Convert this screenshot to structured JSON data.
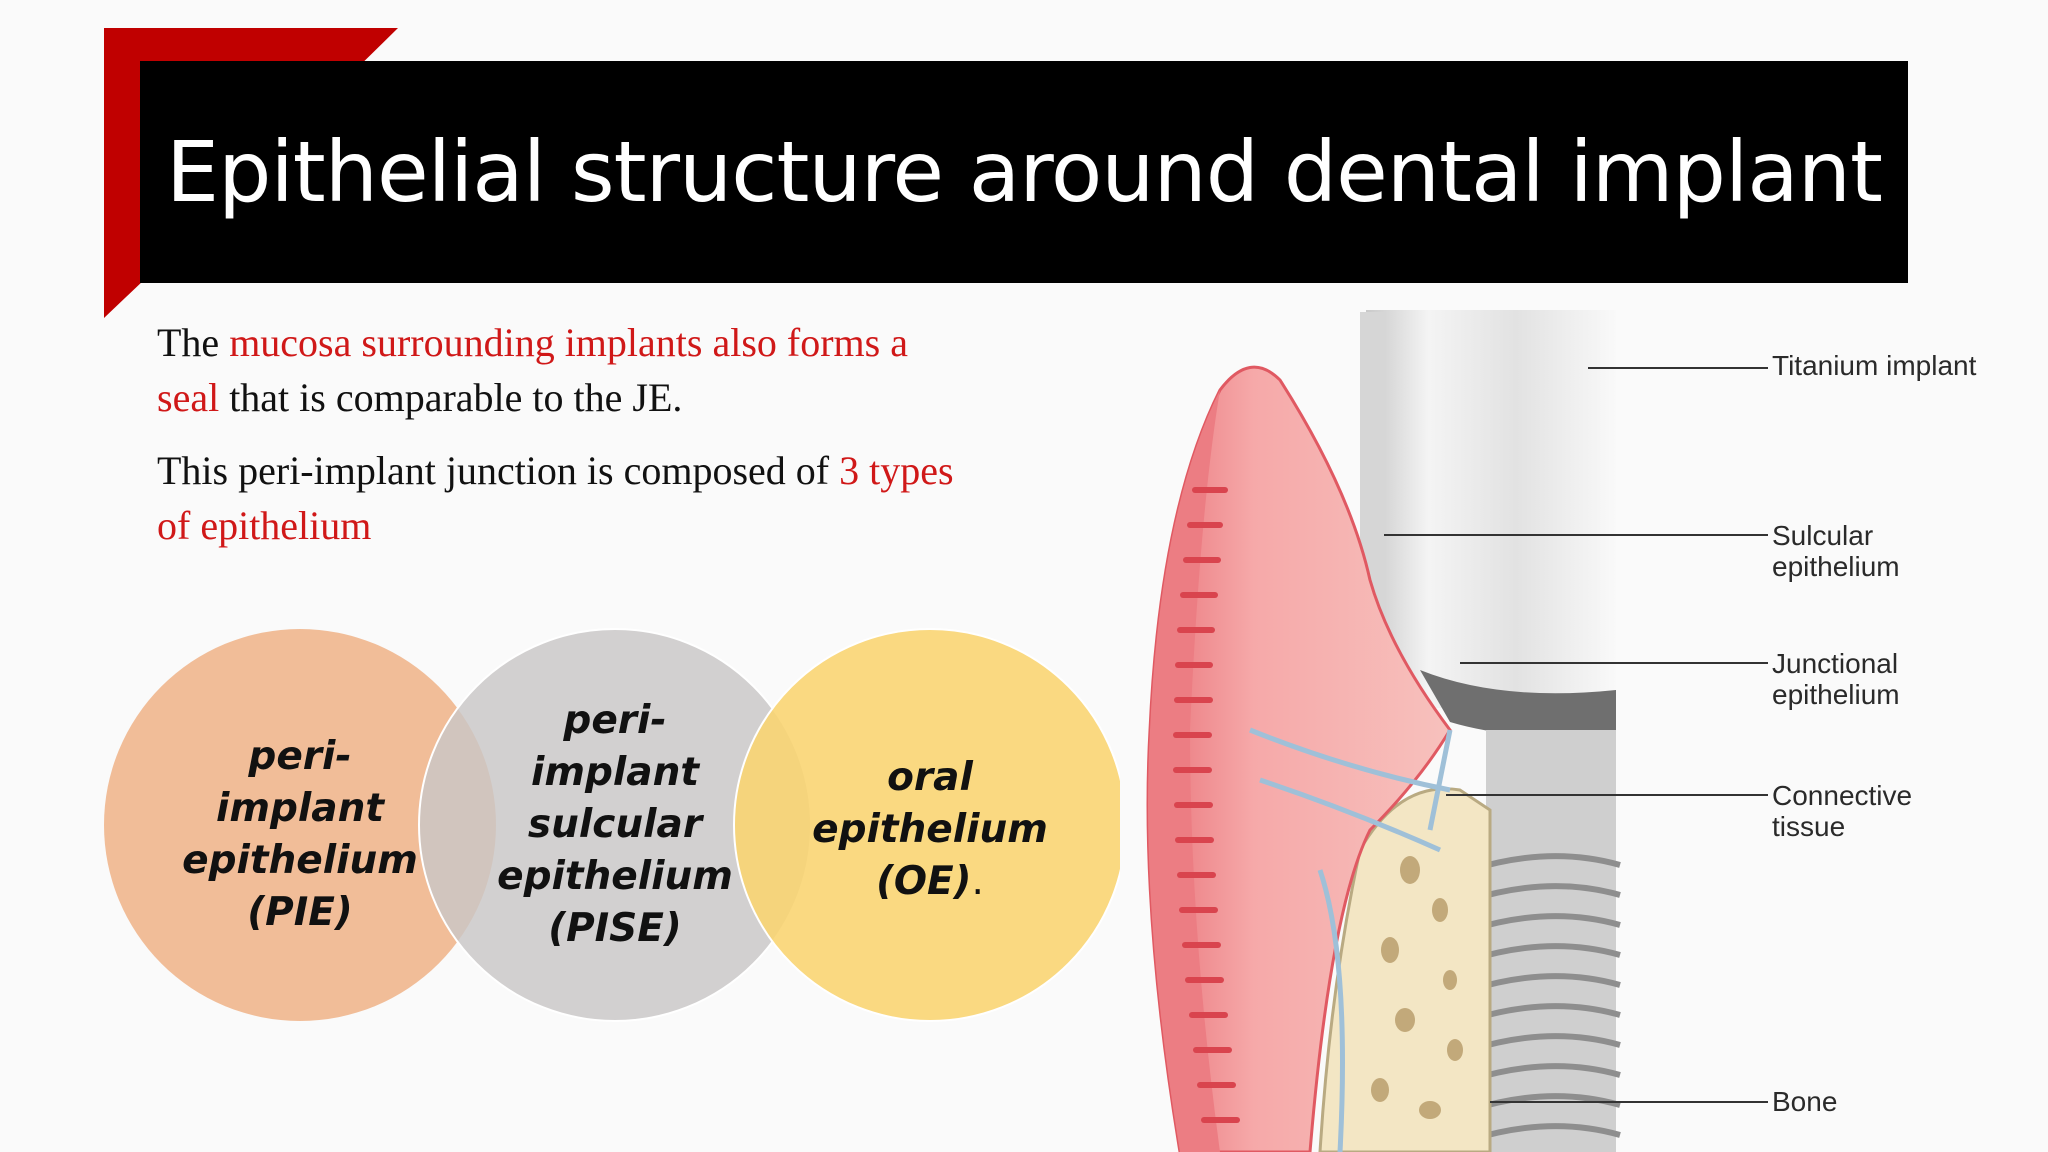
{
  "slide": {
    "title": "Epithelial structure around dental implant",
    "paragraph1": {
      "part1": "The ",
      "part2": "mucosa surrounding implants also forms a seal",
      "part3": " that is comparable to the JE."
    },
    "paragraph2": {
      "part1": "This peri-implant junction is composed of ",
      "part2": "3 types of epithelium"
    },
    "circles": [
      {
        "line1": "peri-",
        "line2": "implant",
        "line3": "epithelium",
        "line4": "(PIE)",
        "color": "#f0b78f"
      },
      {
        "line1": "peri-",
        "line2": "implant",
        "line3": "sulcular",
        "line4": "epithelium",
        "line5": "(PISE)",
        "color": "#cfcdcd"
      },
      {
        "line1": "oral",
        "line2": "epithelium",
        "line3": "(OE)",
        "suffix": ".",
        "color": "#f9d46f"
      }
    ],
    "diagram_labels": {
      "titanium": "Titanium implant",
      "sulcular_1": "Sulcular",
      "sulcular_2": "epithelium",
      "junctional_1": "Junctional",
      "junctional_2": "epithelium",
      "connective_1": "Connective",
      "connective_2": "tissue",
      "bone": "Bone"
    },
    "colors": {
      "title_bar": "#000000",
      "accent_red": "#c00000",
      "highlight_text": "#d01818"
    }
  }
}
